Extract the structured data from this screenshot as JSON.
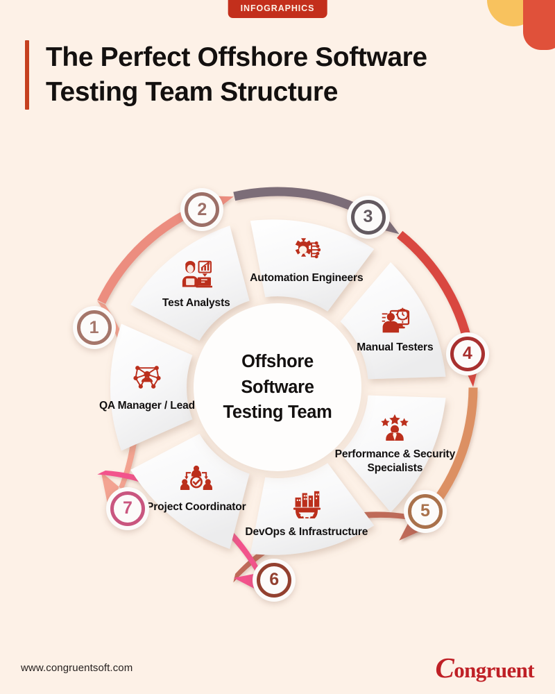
{
  "header": {
    "badge_label": "INFOGRAPHICS",
    "title": "The Perfect Offshore Software Testing Team Structure",
    "accent_color": "#c5401f",
    "badge_color": "#c32f1c"
  },
  "decor": {
    "amber_color": "#f8c25e",
    "red_color": "#e0513a"
  },
  "wheel": {
    "center_label": "Offshore Software Testing Team",
    "segments": [
      {
        "number": "1",
        "label": "QA Manager / Lead",
        "icon": "network-nodes-icon",
        "badge_color": "#a5766a",
        "arrow_color": "#f3a391"
      },
      {
        "number": "2",
        "label": "Test Analysts",
        "icon": "analyst-chart-icon",
        "badge_color": "#9c6f67",
        "arrow_color": "#ec8d7f"
      },
      {
        "number": "3",
        "label": "Automation Engineers",
        "icon": "gear-circuit-icon",
        "badge_color": "#62595f",
        "arrow_color": "#7b6d78"
      },
      {
        "number": "4",
        "label": "Manual Testers",
        "icon": "tester-monitor-icon",
        "badge_color": "#a8302f",
        "arrow_color": "#d9473f"
      },
      {
        "number": "5",
        "label": "Performance & Security Specialists",
        "icon": "star-rated-person-icon",
        "badge_color": "#a9714b",
        "arrow_color": "#dc9063"
      },
      {
        "number": "6",
        "label": "DevOps & Infrastructure",
        "icon": "buildings-gear-icon",
        "badge_color": "#93402f",
        "arrow_color": "#bf6a58"
      },
      {
        "number": "7",
        "label": "Project Coordinator",
        "icon": "team-approval-icon",
        "badge_color": "#c9567f",
        "arrow_color": "#f2538c"
      }
    ],
    "wedge_fill": "#f7f7f8",
    "icon_color": "#bb2f1c"
  },
  "footer": {
    "url": "www.congruentsoft.com",
    "logo_initial": "C",
    "logo_rest": "ongruent",
    "logo_color": "#bf2026"
  }
}
